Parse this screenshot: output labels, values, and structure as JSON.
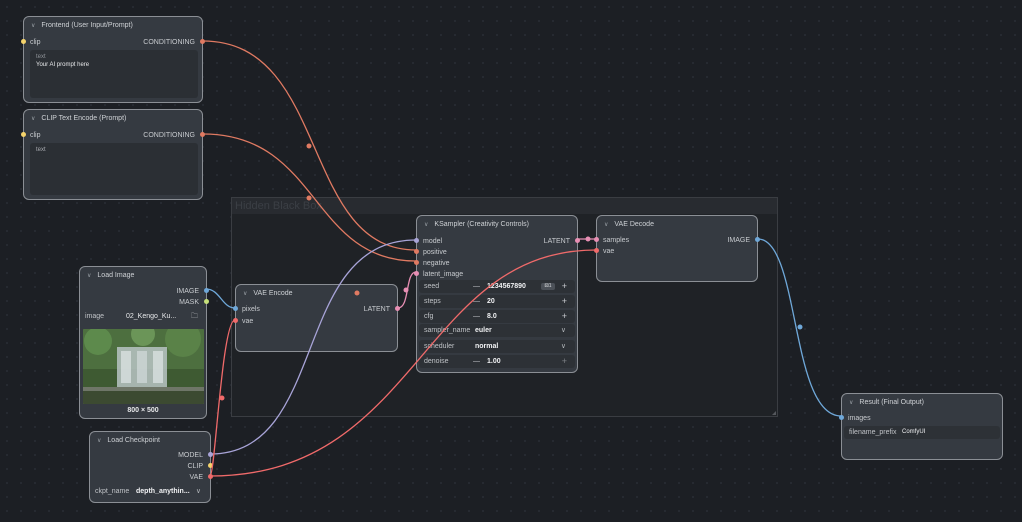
{
  "colors": {
    "background": "#1c1f24",
    "node_body": "#353a41",
    "clip": "#f5d36b",
    "conditioning": "#e07a62",
    "image": "#6fa8d9",
    "mask": "#c7e17a",
    "model": "#a8a4d8",
    "latent": "#e88fb4",
    "vae": "#f06a6a"
  },
  "group": {
    "title": "Hidden Black Box"
  },
  "frontend": {
    "title": "Frontend (User Input/Prompt)",
    "input_clip": "clip",
    "output_conditioning": "CONDITIONING",
    "text_label": "text",
    "text_value": "Your AI prompt here"
  },
  "clip_encode": {
    "title": "CLIP Text Encode (Prompt)",
    "input_clip": "clip",
    "output_conditioning": "CONDITIONING",
    "text_label": "text"
  },
  "load_image": {
    "title": "Load Image",
    "output_image": "IMAGE",
    "output_mask": "MASK",
    "image_label": "image",
    "image_value": "02_Kengo_Ku...",
    "size": "800 × 500"
  },
  "vae_encode": {
    "title": "VAE Encode",
    "input_pixels": "pixels",
    "input_vae": "vae",
    "output_latent": "LATENT"
  },
  "ksampler": {
    "title": "KSampler (Creativity Controls)",
    "inputs": [
      "model",
      "positive",
      "negative",
      "latent_image"
    ],
    "output_latent": "LATENT",
    "widgets": {
      "seed_label": "seed",
      "seed_value": "1234567890",
      "steps_label": "steps",
      "steps_value": "20",
      "cfg_label": "cfg",
      "cfg_value": "8.0",
      "sampler_label": "sampler_name",
      "sampler_value": "euler",
      "scheduler_label": "scheduler",
      "scheduler_value": "normal",
      "denoise_label": "denoise",
      "denoise_value": "1.00"
    }
  },
  "vae_decode": {
    "title": "VAE Decode",
    "input_samples": "samples",
    "input_vae": "vae",
    "output_image": "IMAGE"
  },
  "load_checkpoint": {
    "title": "Load Checkpoint",
    "output_model": "MODEL",
    "output_clip": "CLIP",
    "output_vae": "VAE",
    "ckpt_label": "ckpt_name",
    "ckpt_value": "depth_anythin..."
  },
  "result": {
    "title": "Result (Final Output)",
    "input_images": "images",
    "prefix_label": "filename_prefix",
    "prefix_value": "ComfyUI"
  }
}
